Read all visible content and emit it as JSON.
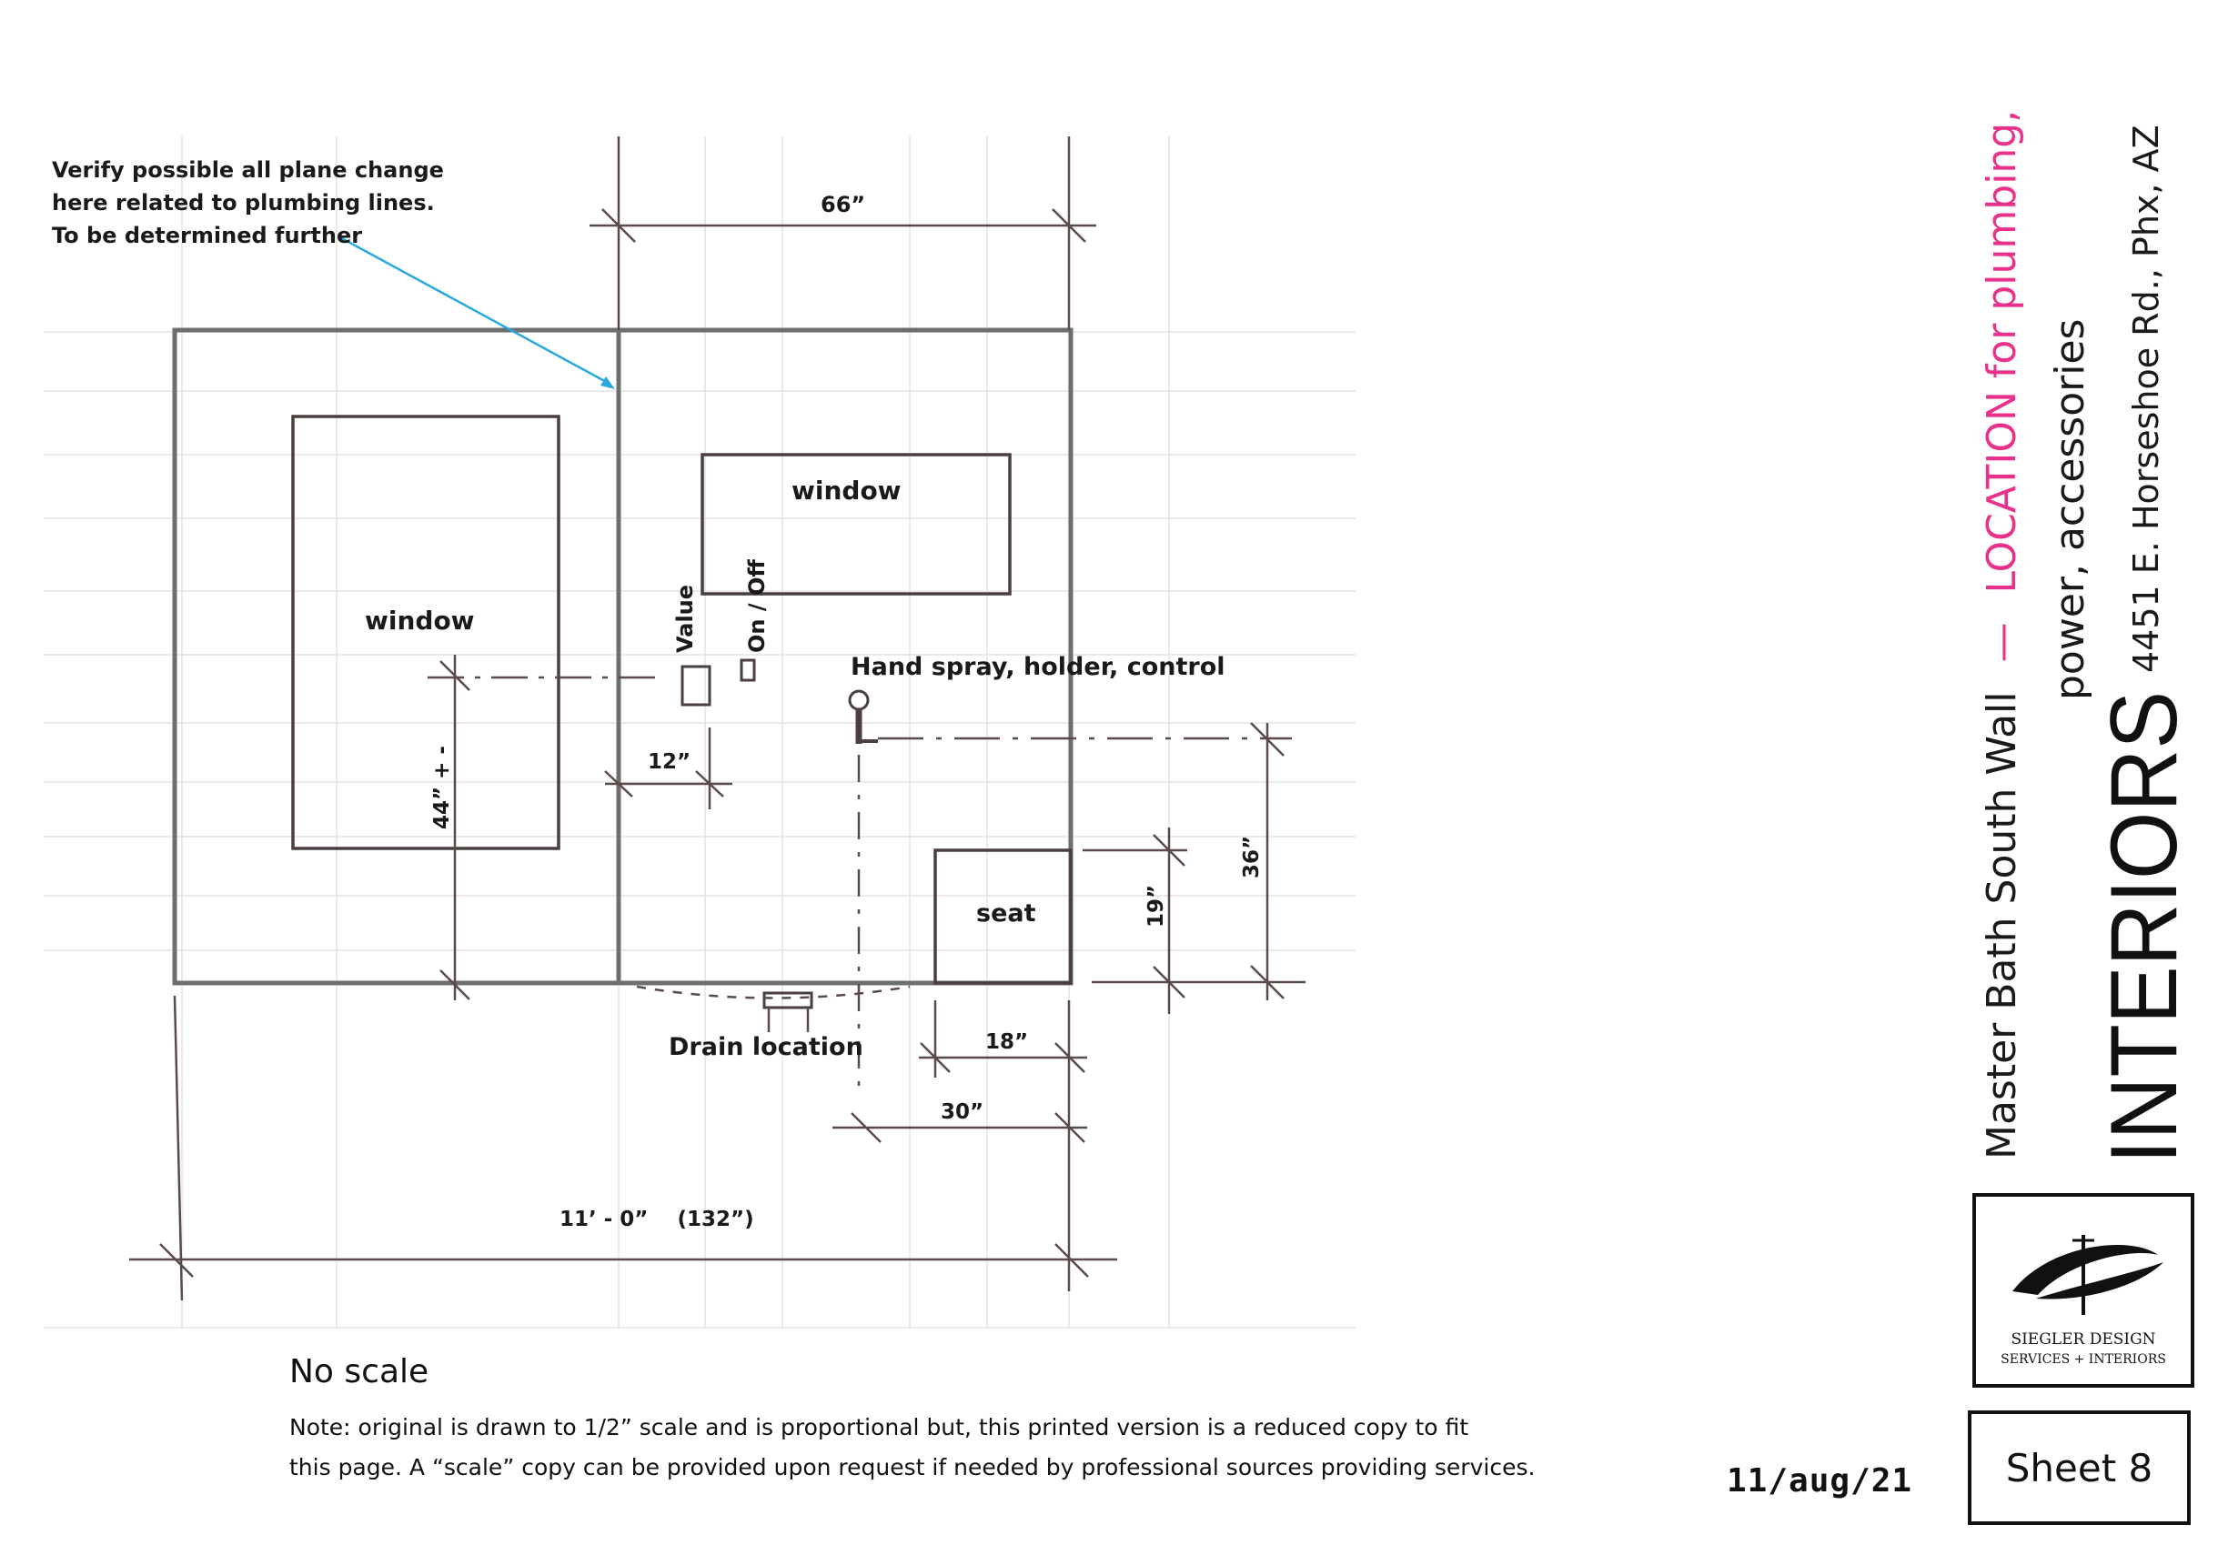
{
  "annotation": {
    "line1": "Verify possible all plane change",
    "line2": "here related to plumbing lines.",
    "line3": "To be determined further"
  },
  "dimensions": {
    "top_width": "66”",
    "grab_offset": "12”",
    "window_height": "44” + -",
    "seat_height": "19”",
    "spray_height": "36”",
    "seat_width": "18”",
    "drain_offset": "30”",
    "overall": "11’ - 0”    (132”)"
  },
  "labels": {
    "window_left": "window",
    "window_right": "window",
    "valve": "Value",
    "on_off": "On / Off",
    "hand_spray": "Hand spray, holder, control",
    "seat": "seat",
    "drain": "Drain location"
  },
  "notes": {
    "title": "No scale",
    "body_line1": "Note: original is drawn to 1/2” scale and is proportional but, this printed version is a reduced copy to fit",
    "body_line2": "this page.   A “scale” copy can be provided upon request if needed by professional sources providing services."
  },
  "date": "11/aug/21",
  "title_block": {
    "wall": "Master Bath South Wall",
    "dash": "—",
    "location_line1": "LOCATION for plumbing,",
    "location_line2": "power, accessories",
    "address": "4451 E. Horseshoe Rd., Phx, AZ",
    "brand": "INTERIORS",
    "logo_line1": "SIEGLER DESIGN",
    "logo_line2": "SERVICES + INTERIORS",
    "sheet": "Sheet 8"
  },
  "colors": {
    "accent": "#e8318a",
    "leader": "#29a9e0",
    "wall_line": "#6e6e6e",
    "pencil": "#5a4a4a",
    "grid": "#e3e3e3"
  }
}
